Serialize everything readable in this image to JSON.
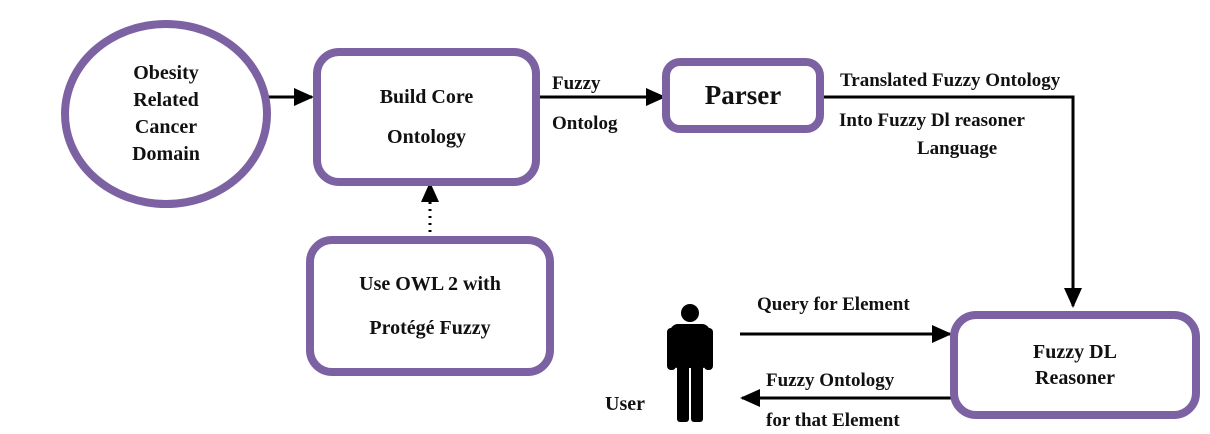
{
  "nodes": {
    "domain": {
      "lines": [
        "Obesity",
        "Related",
        "Cancer",
        "Domain"
      ]
    },
    "build_core": {
      "lines": [
        "Build Core",
        "Ontology"
      ]
    },
    "parser": {
      "lines": [
        "Parser"
      ]
    },
    "owl_tool": {
      "lines": [
        "Use OWL 2 with",
        "Protégé Fuzzy"
      ]
    },
    "reasoner": {
      "lines": [
        "Fuzzy DL",
        "Reasoner"
      ]
    },
    "user": {
      "label": "User"
    }
  },
  "edges": {
    "build_to_parser": {
      "lines": [
        "Fuzzy",
        "Ontolog"
      ]
    },
    "parser_to_reasoner": {
      "lines": [
        "Translated Fuzzy Ontology",
        "Into Fuzzy Dl reasoner",
        "Language"
      ]
    },
    "user_to_reasoner": {
      "label": "Query for Element"
    },
    "reasoner_to_user": {
      "lines": [
        "Fuzzy Ontology",
        "for that Element"
      ]
    }
  },
  "colors": {
    "node_border": "#7d62a3",
    "arrow": "#000000"
  }
}
